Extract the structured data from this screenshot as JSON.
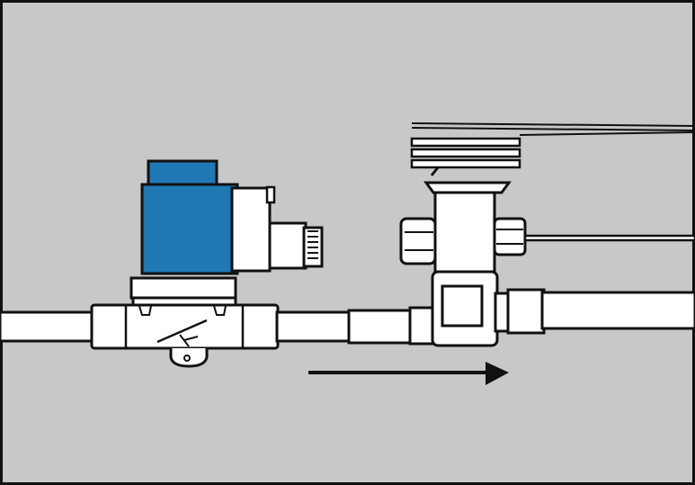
{
  "diagram": {
    "subject": "refrigeration-line-solenoid-valve-and-thermostatic-expansion-valve",
    "components": [
      {
        "name": "solenoid-valve",
        "icon": "solenoid-valve-icon"
      },
      {
        "name": "solenoid-coil",
        "icon": "coil-icon"
      },
      {
        "name": "thermostatic-expansion-valve",
        "icon": "expansion-valve-icon"
      },
      {
        "name": "capillary-tube",
        "icon": "capillary-icon"
      },
      {
        "name": "flow-direction",
        "icon": "arrow-right-icon"
      }
    ],
    "flow_direction": "left-to-right",
    "colors": {
      "background": "#c8c8c8",
      "coil": "#1f78b4",
      "coil_dark": "#16659a",
      "outline": "#111111",
      "part": "#ffffff"
    }
  }
}
